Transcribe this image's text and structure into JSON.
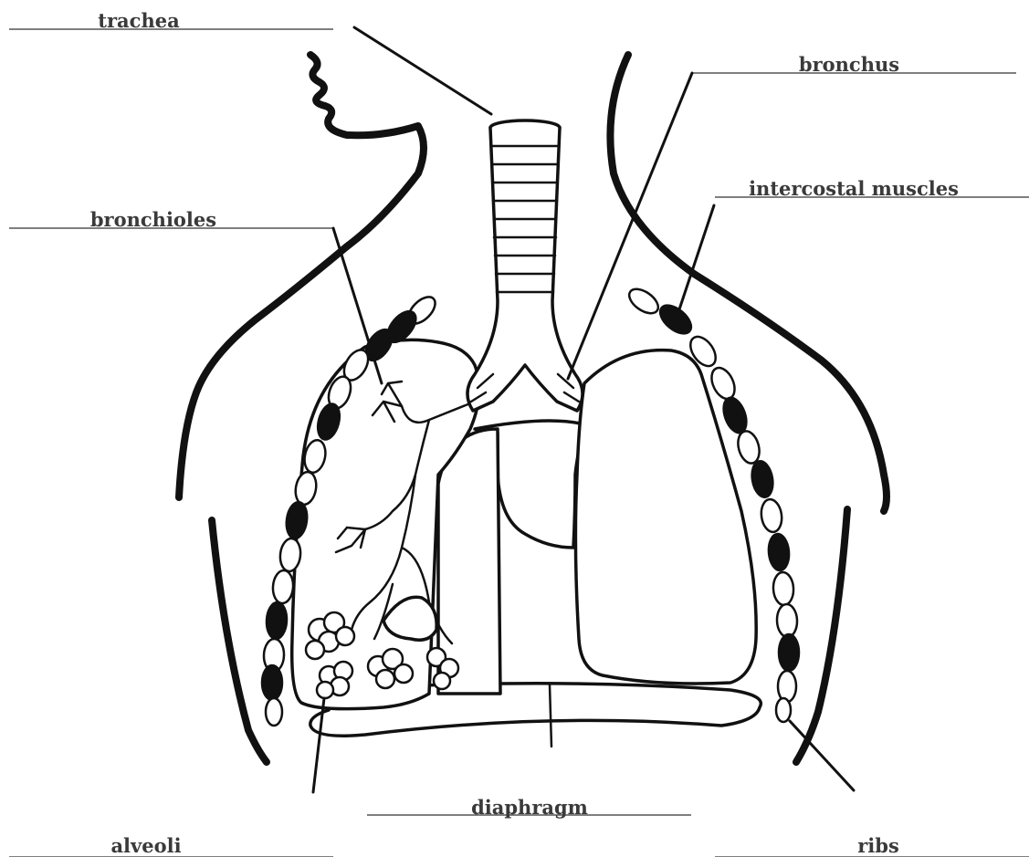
{
  "labels": {
    "trachea": "trachea",
    "bronchus": "bronchus",
    "intercostal_muscles": "intercostal muscles",
    "bronchioles": "bronchioles",
    "diaphragm": "diaphragm",
    "alveoli": "alveoli",
    "ribs": "ribs"
  },
  "colors": {
    "ink": "#111111",
    "label_text": "#3a3a3a",
    "background": "#ffffff"
  }
}
